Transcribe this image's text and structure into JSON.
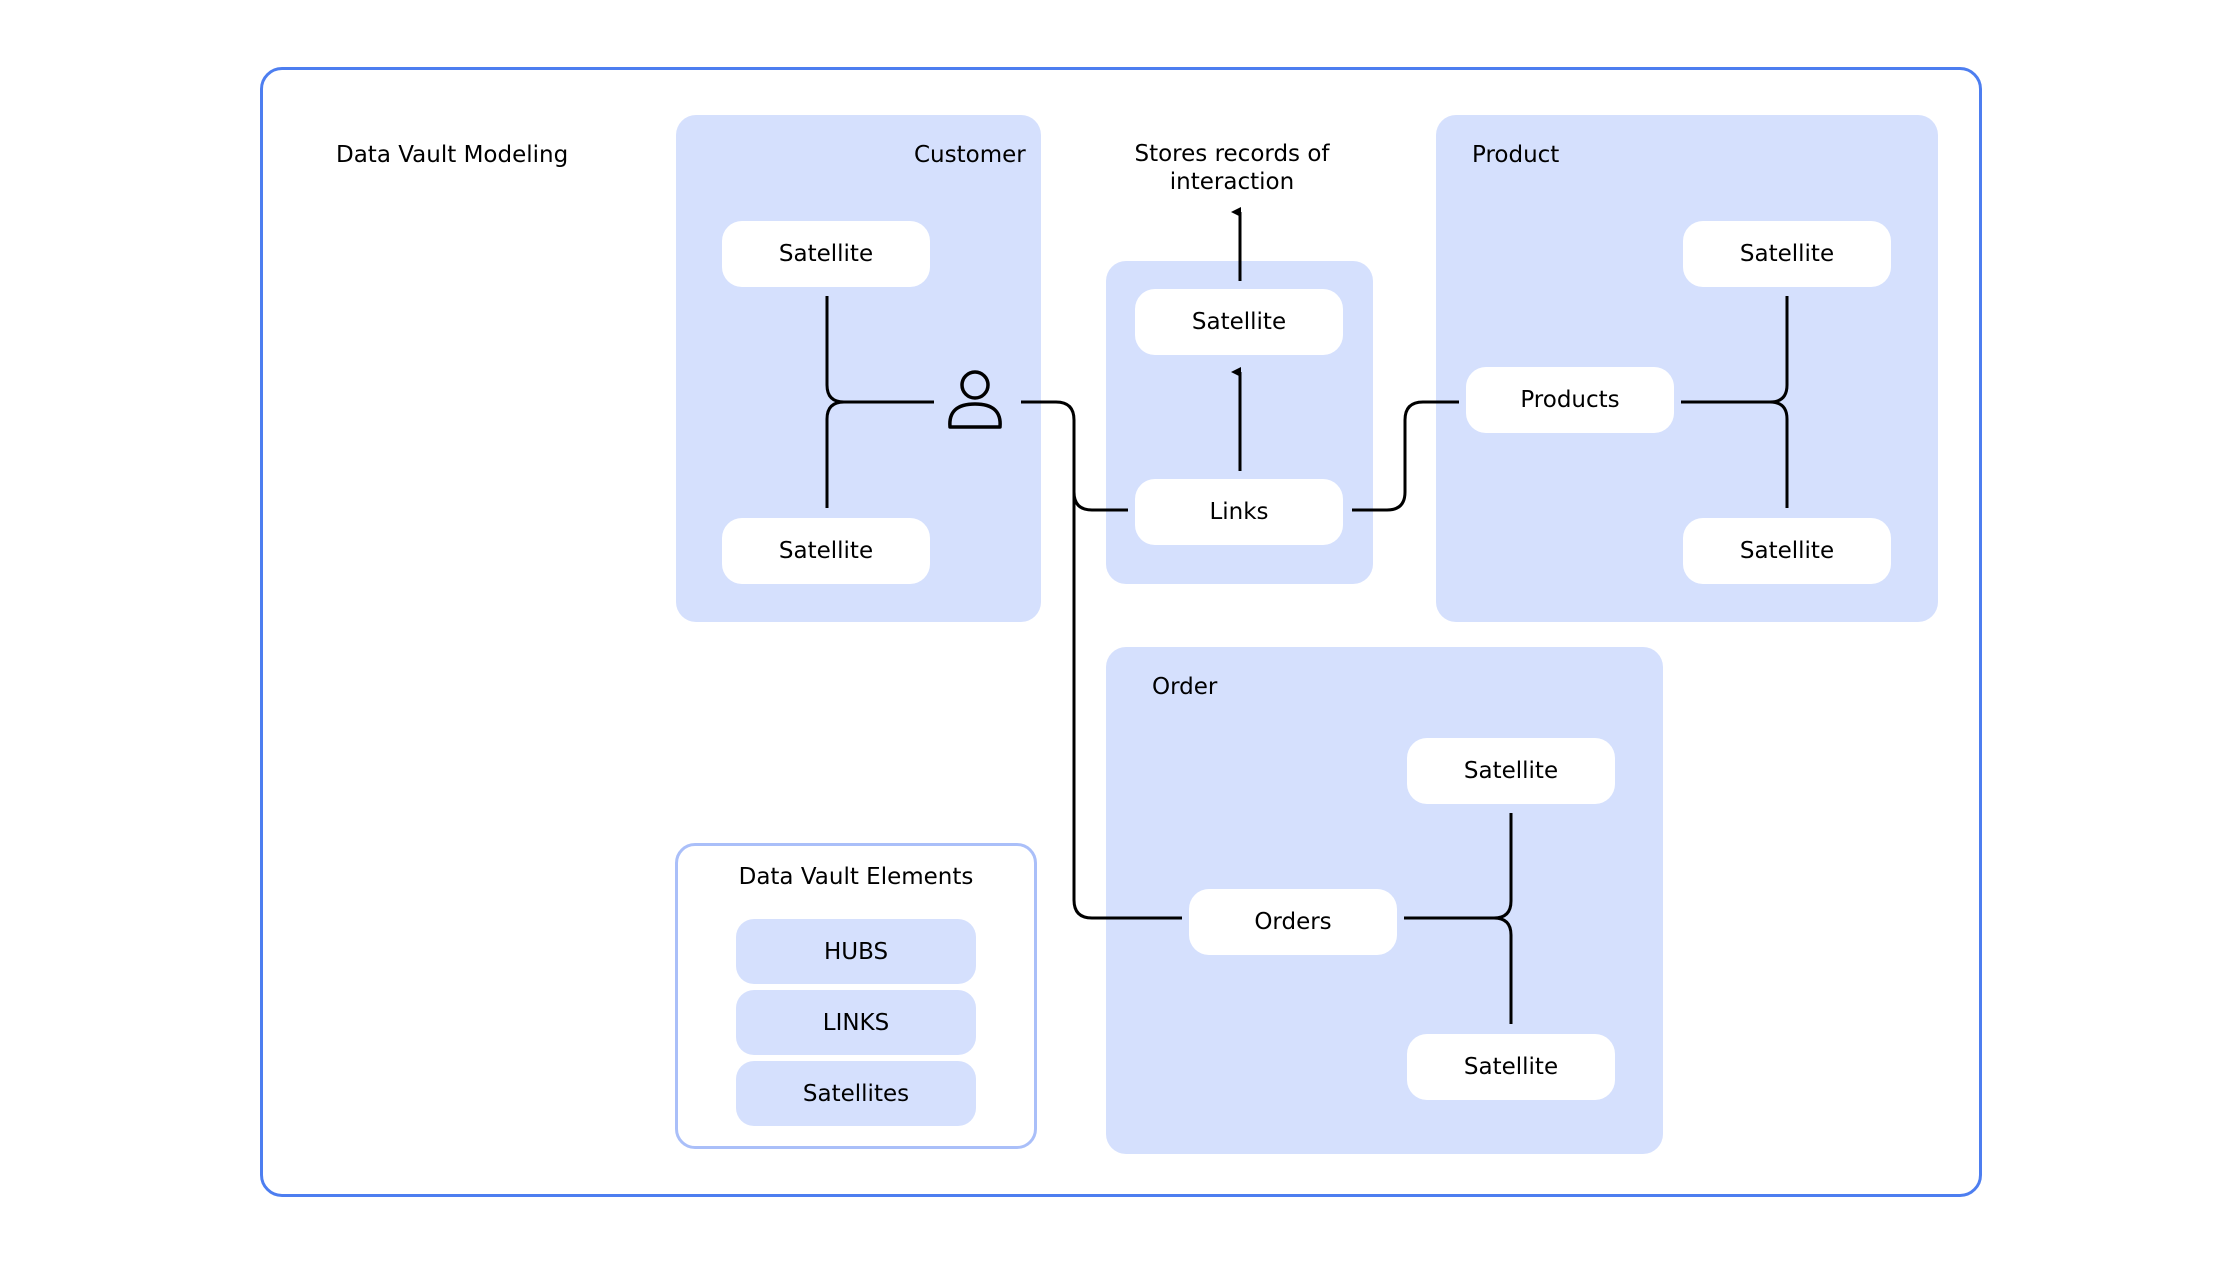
{
  "diagram": {
    "title": "Data Vault Modeling",
    "customer": {
      "label": "Customer",
      "satellite_top": "Satellite",
      "satellite_bottom": "Satellite",
      "icon": "user-icon"
    },
    "links_group": {
      "note": "Stores records of interaction",
      "satellite": "Satellite",
      "links": "Links"
    },
    "product": {
      "label": "Product",
      "hub": "Products",
      "satellite_top": "Satellite",
      "satellite_bottom": "Satellite"
    },
    "order": {
      "label": "Order",
      "hub": "Orders",
      "satellite_top": "Satellite",
      "satellite_bottom": "Satellite"
    },
    "legend": {
      "title": "Data Vault Elements",
      "items": [
        "HUBS",
        "LINKS",
        "Satellites"
      ]
    }
  },
  "colors": {
    "frame_border": "#4d7ef0",
    "panel_fill": "#d5e0fd",
    "box_fill": "#ffffff",
    "legend_border": "#aabff9",
    "line": "#000000"
  }
}
